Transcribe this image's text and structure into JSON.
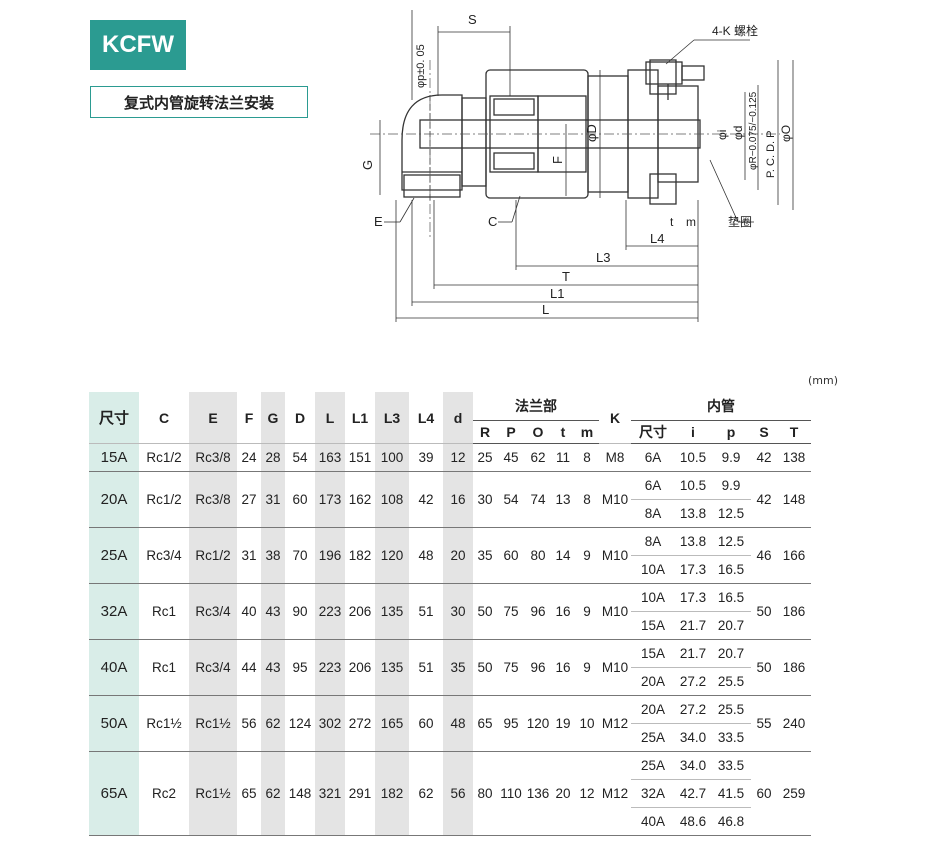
{
  "header": {
    "badge": "KCFW",
    "subtitle": "复式内管旋转法兰安装"
  },
  "drawing": {
    "labels": {
      "phi_p": "φp±0. 05",
      "S": "S",
      "bolt": "4-K 螺栓",
      "G": "G",
      "F": "F",
      "phi_D": "φD",
      "phi_i": "φi",
      "phi_d": "φd",
      "phi_R": "φR−0.075/−0.125",
      "PCD": "P. C. D. P",
      "phi_O": "φO",
      "E": "E",
      "C": "C",
      "t": "t",
      "m": "m",
      "gasket": "垫圈",
      "L4": "L4",
      "L3": "L3",
      "T": "T",
      "L1": "L1",
      "L": "L"
    }
  },
  "table": {
    "unit": "(mm)",
    "header_top": {
      "size": "尺寸",
      "C": "C",
      "E": "E",
      "F": "F",
      "G": "G",
      "D": "D",
      "L": "L",
      "L1": "L1",
      "L3": "L3",
      "L4": "L4",
      "d": "d",
      "flange": "法兰部",
      "K": "K",
      "inner": "内管"
    },
    "header_sub": {
      "R": "R",
      "P": "P",
      "O": "O",
      "t": "t",
      "m": "m",
      "inner_size": "尺寸",
      "i": "i",
      "p": "p",
      "S": "S",
      "T": "T"
    },
    "rows": [
      {
        "size": "15A",
        "C": "Rc1/2",
        "E": "Rc3/8",
        "F": "24",
        "G": "28",
        "D": "54",
        "L": "163",
        "L1": "151",
        "L3": "100",
        "L4": "39",
        "d": "12",
        "R": "25",
        "P": "45",
        "O": "62",
        "t": "11",
        "m": "8",
        "K": "M8",
        "inner": [
          {
            "size": "6A",
            "i": "10.5",
            "p": "9.9"
          }
        ],
        "S": "42",
        "T": "138"
      },
      {
        "size": "20A",
        "C": "Rc1/2",
        "E": "Rc3/8",
        "F": "27",
        "G": "31",
        "D": "60",
        "L": "173",
        "L1": "162",
        "L3": "108",
        "L4": "42",
        "d": "16",
        "R": "30",
        "P": "54",
        "O": "74",
        "t": "13",
        "m": "8",
        "K": "M10",
        "inner": [
          {
            "size": "6A",
            "i": "10.5",
            "p": "9.9"
          },
          {
            "size": "8A",
            "i": "13.8",
            "p": "12.5"
          }
        ],
        "S": "42",
        "T": "148"
      },
      {
        "size": "25A",
        "C": "Rc3/4",
        "E": "Rc1/2",
        "F": "31",
        "G": "38",
        "D": "70",
        "L": "196",
        "L1": "182",
        "L3": "120",
        "L4": "48",
        "d": "20",
        "R": "35",
        "P": "60",
        "O": "80",
        "t": "14",
        "m": "9",
        "K": "M10",
        "inner": [
          {
            "size": "8A",
            "i": "13.8",
            "p": "12.5"
          },
          {
            "size": "10A",
            "i": "17.3",
            "p": "16.5"
          }
        ],
        "S": "46",
        "T": "166"
      },
      {
        "size": "32A",
        "C": "Rc1",
        "E": "Rc3/4",
        "F": "40",
        "G": "43",
        "D": "90",
        "L": "223",
        "L1": "206",
        "L3": "135",
        "L4": "51",
        "d": "30",
        "R": "50",
        "P": "75",
        "O": "96",
        "t": "16",
        "m": "9",
        "K": "M10",
        "inner": [
          {
            "size": "10A",
            "i": "17.3",
            "p": "16.5"
          },
          {
            "size": "15A",
            "i": "21.7",
            "p": "20.7"
          }
        ],
        "S": "50",
        "T": "186"
      },
      {
        "size": "40A",
        "C": "Rc1",
        "E": "Rc3/4",
        "F": "44",
        "G": "43",
        "D": "95",
        "L": "223",
        "L1": "206",
        "L3": "135",
        "L4": "51",
        "d": "35",
        "R": "50",
        "P": "75",
        "O": "96",
        "t": "16",
        "m": "9",
        "K": "M10",
        "inner": [
          {
            "size": "15A",
            "i": "21.7",
            "p": "20.7"
          },
          {
            "size": "20A",
            "i": "27.2",
            "p": "25.5"
          }
        ],
        "S": "50",
        "T": "186"
      },
      {
        "size": "50A",
        "C": "Rc1½",
        "E": "Rc1½",
        "F": "56",
        "G": "62",
        "D": "124",
        "L": "302",
        "L1": "272",
        "L3": "165",
        "L4": "60",
        "d": "48",
        "R": "65",
        "P": "95",
        "O": "120",
        "t": "19",
        "m": "10",
        "K": "M12",
        "inner": [
          {
            "size": "20A",
            "i": "27.2",
            "p": "25.5"
          },
          {
            "size": "25A",
            "i": "34.0",
            "p": "33.5"
          }
        ],
        "S": "55",
        "T": "240"
      },
      {
        "size": "65A",
        "C": "Rc2",
        "E": "Rc1½",
        "F": "65",
        "G": "62",
        "D": "148",
        "L": "321",
        "L1": "291",
        "L3": "182",
        "L4": "62",
        "d": "56",
        "R": "80",
        "P": "110",
        "O": "136",
        "t": "20",
        "m": "12",
        "K": "M12",
        "inner": [
          {
            "size": "25A",
            "i": "34.0",
            "p": "33.5"
          },
          {
            "size": "32A",
            "i": "42.7",
            "p": "41.5"
          },
          {
            "size": "40A",
            "i": "48.6",
            "p": "46.8"
          }
        ],
        "S": "60",
        "T": "259"
      }
    ]
  }
}
